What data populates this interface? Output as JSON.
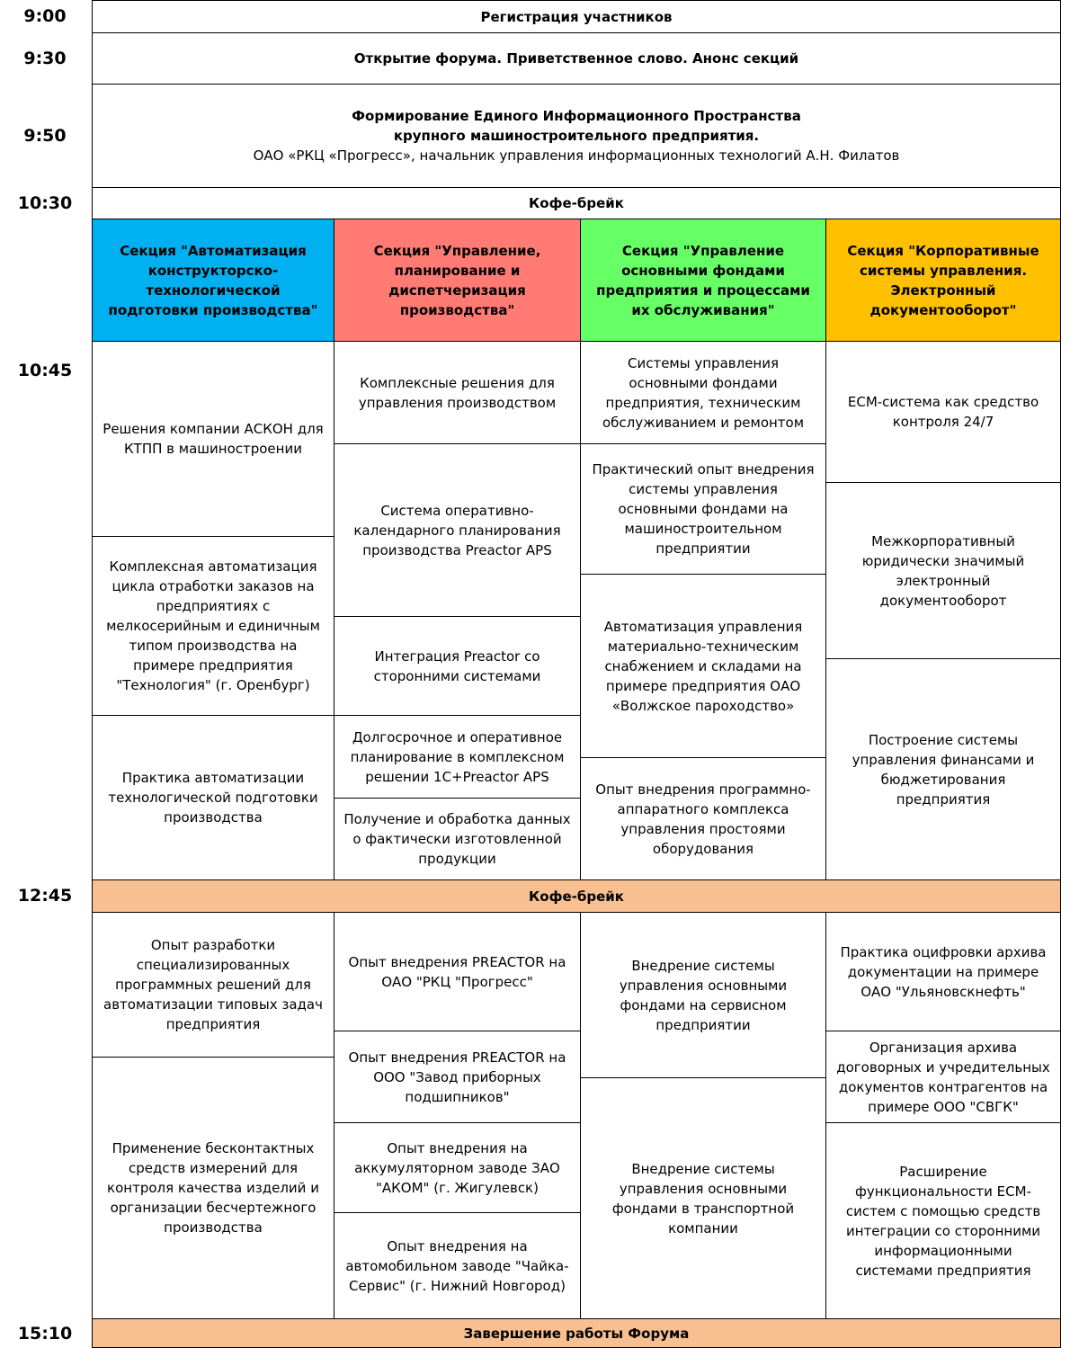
{
  "times": {
    "t0900": "9:00",
    "t0930": "9:30",
    "t0950": "9:50",
    "t1030": "10:30",
    "t1045": "10:45",
    "t1245": "12:45",
    "t1510": "15:10"
  },
  "rows": {
    "registration": "Регистрация участников",
    "opening": "Открытие форума. Приветственное слово. Анонс секций",
    "keynote_title_1": "Формирование Единого Информационного Пространства",
    "keynote_title_2": "крупного машиностроительного предприятия.",
    "keynote_speaker": "ОАО «РКЦ «Прогресс», начальник управления информационных технологий  А.Н. Филатов",
    "coffee_1": "Кофе-брейк",
    "coffee_2": "Кофе-брейк",
    "closing": "Завершение работы Форума"
  },
  "sections": [
    {
      "title": "Секция \"Автоматизация конструкторско-технологической подготовки производства\"",
      "color": "#00b0f0"
    },
    {
      "title": "Секция \"Управление, планирование и диспетчеризация производства\"",
      "color": "#ff7b73"
    },
    {
      "title": "Секция \"Управление основными фондами предприятия и процессами их обслуживания\"",
      "color": "#66ff66"
    },
    {
      "title": "Секция \"Корпоративные системы управления. Электронный документооборот\"",
      "color": "#ffc000"
    }
  ],
  "session1": {
    "col1": [
      "Решения компании АСКОН для КТПП в машиностроении",
      "Комплексная автоматизация цикла отработки заказов на предприятиях с мелкосерийным и единичным типом производства на примере предприятия \"Технология\" (г. Оренбург)",
      "Практика автоматизации технологической подготовки производства"
    ],
    "col2": [
      "Комплексные решения для управления производством",
      "Система оперативно-календарного планирования производства Preactor APS",
      "Интеграция Preactor со сторонними системами",
      "Долгосрочное и оперативное планирование в комплексном решении 1С+Preactor APS",
      "Получение и обработка данных о фактически изготовленной продукции"
    ],
    "col3": [
      "Системы управления основными фондами предприятия, техническим обслуживанием и ремонтом",
      "Практический опыт внедрения системы управления основными фондами на машиностроительном предприятии",
      "Автоматизация управления материально-техническим снабжением и складами на примере предприятия ОАО «Волжское пароходство»",
      "Опыт внедрения программно-аппаратного комплекса управления простоями оборудования"
    ],
    "col4": [
      "ECM-система как средство контроля 24/7",
      "Межкорпоративный юридически значимый электронный документооборот",
      "Построение системы управления финансами и бюджетирования предприятия"
    ]
  },
  "session2": {
    "col1": [
      "Опыт разработки специализированных программных решений для автоматизации типовых задач предприятия",
      "Применение бесконтактных средств измерений для контроля качества изделий и организации бесчертежного производства"
    ],
    "col2": [
      "Опыт внедрения PREACTOR на ОАО \"РКЦ \"Прогресс\"",
      "Опыт внедрения PREACTOR на ООО \"Завод приборных подшипников\"",
      "Опыт внедрения на аккумуляторном заводе ЗАО \"АКОМ\" (г. Жигулевск)",
      "Опыт внедрения на автомобильном заводе \"Чайка-Сервис\" (г. Нижний Новгород)"
    ],
    "col3": [
      "Внедрение системы управления основными фондами на сервисном предприятии",
      "Внедрение системы управления основными фондами в транспортной компании"
    ],
    "col4": [
      "Практика оцифровки архива документации на примере ОАО \"Ульяновскнефть\"",
      "Организация архива договорных и учредительных документов контрагентов на примере ООО \"СВГК\"",
      "Расширение функциональности ECM-систем с помощью средств интеграции со сторонними информационными системами предприятия"
    ]
  },
  "colors": {
    "peach": "#f8c090",
    "blue": "#00b0f0",
    "red": "#ff7b73",
    "green": "#66ff66",
    "orange": "#ffc000"
  }
}
